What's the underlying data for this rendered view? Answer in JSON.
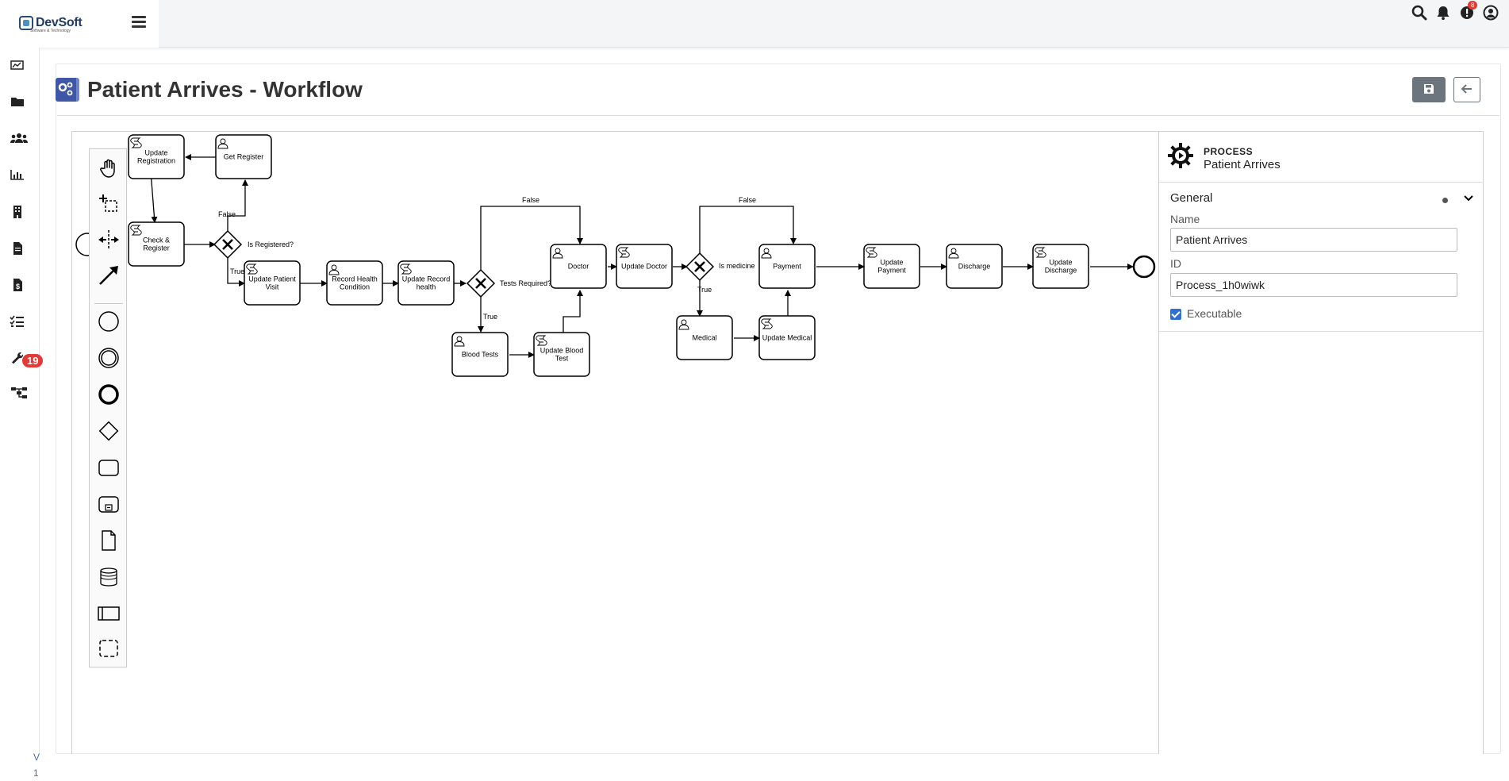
{
  "brand": {
    "logo_text": "DevSoft",
    "logo_sub": "Software & Technology"
  },
  "header": {
    "notification_badge": "8"
  },
  "sidebar": {
    "tasks_badge": "19",
    "version_line1": "V",
    "version_line2": "1"
  },
  "page": {
    "title": "Patient Arrives - Workflow"
  },
  "properties": {
    "type": "PROCESS",
    "name": "Patient Arrives",
    "group_title": "General",
    "name_label": "Name",
    "name_value": "Patient Arrives",
    "id_label": "ID",
    "id_value": "Process_1h0wiwk",
    "executable_label": "Executable"
  },
  "diagram": {
    "tasks": {
      "update_registration": [
        "Update",
        "Registration"
      ],
      "get_register": [
        "Get Register"
      ],
      "check_register": [
        "Check &",
        "Register"
      ],
      "update_patient_visit": [
        "Update Patient",
        "Visit"
      ],
      "record_health_condition": [
        "Record Health",
        "Condition"
      ],
      "update_record_health": [
        "Update Record",
        "health"
      ],
      "doctor": [
        "Doctor"
      ],
      "update_doctor": [
        "Update Doctor"
      ],
      "blood_tests": [
        "Blood Tests"
      ],
      "update_blood_test": [
        "Update Blood",
        "Test"
      ],
      "payment": [
        "Payment"
      ],
      "medical": [
        "Medical"
      ],
      "update_medical": [
        "Update Medical"
      ],
      "update_payment": [
        "Update",
        "Payment"
      ],
      "discharge": [
        "Discharge"
      ],
      "update_discharge": [
        "Update",
        "Discharge"
      ]
    },
    "gateways": {
      "is_registered": "Is Registered?",
      "tests_required": "Tests Required?",
      "is_medicine": "Is medicine"
    },
    "flow_labels": {
      "false": "False",
      "true": "True"
    }
  },
  "colors": {
    "accent": "#3f57a6",
    "badge": "#e53935",
    "button_gray": "#6c757d",
    "checkbox": "#2f6fd6"
  }
}
